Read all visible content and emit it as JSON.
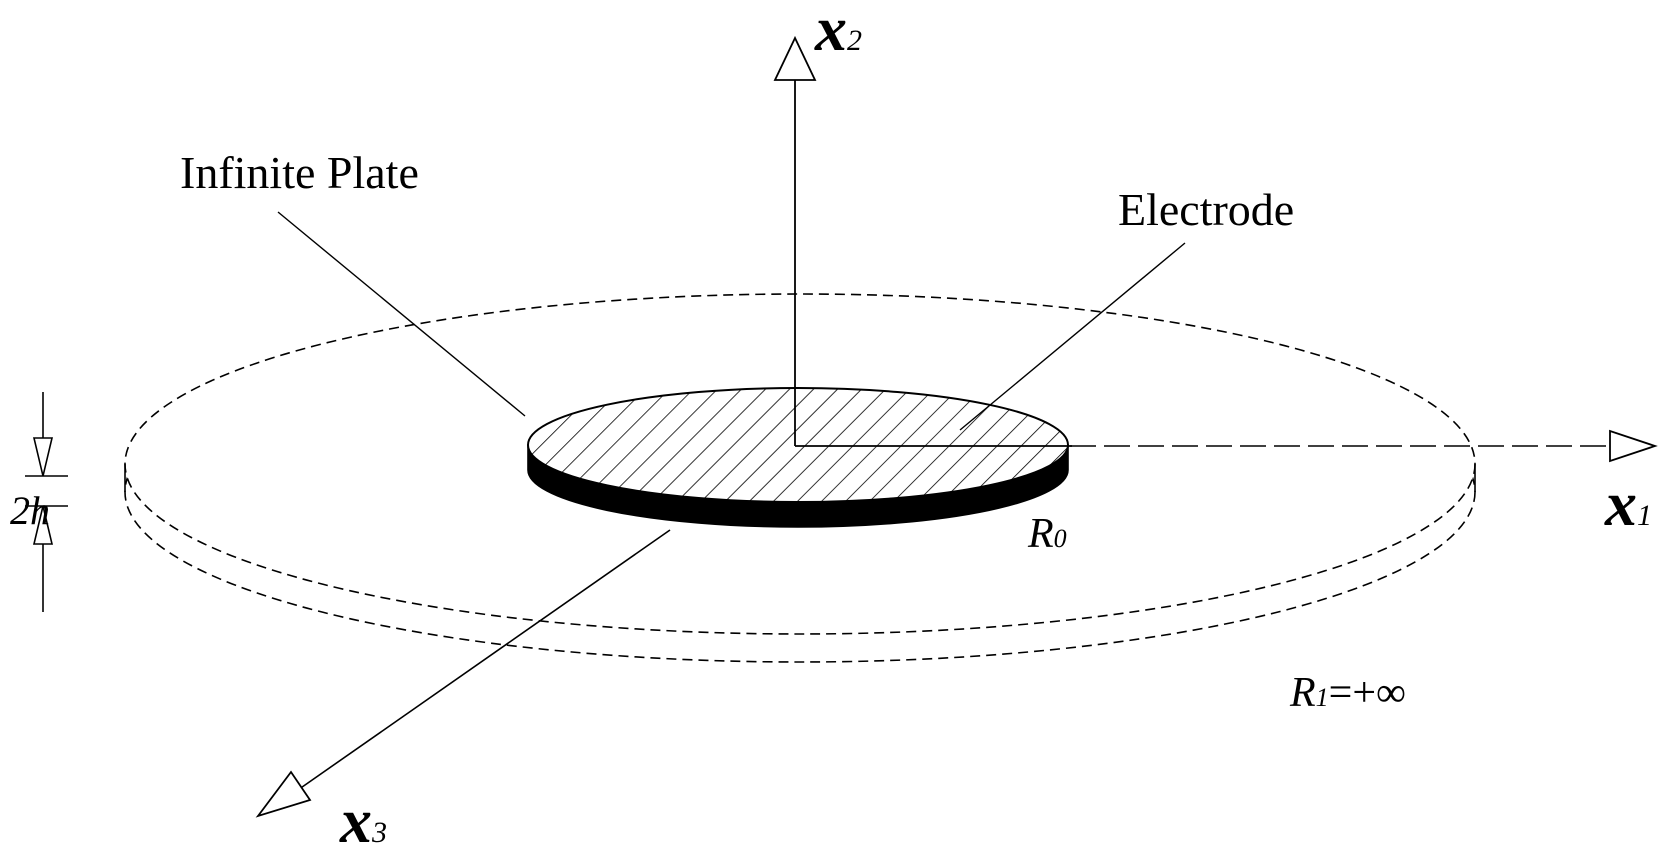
{
  "labels": {
    "infinite_plate": "Infinite Plate",
    "electrode": "Electrode",
    "thickness": "2h",
    "r0_main": "R",
    "r0_sub": "0",
    "r1_main": "R",
    "r1_sub": "1",
    "r1_value": "=+∞"
  },
  "axes": {
    "x1": {
      "letter": "x",
      "subscript": "1"
    },
    "x2": {
      "letter": "x",
      "subscript": "2"
    },
    "x3": {
      "letter": "x",
      "subscript": "3"
    }
  },
  "colors": {
    "stroke": "#000000",
    "background": "#ffffff",
    "electrode_side": "#000000"
  }
}
